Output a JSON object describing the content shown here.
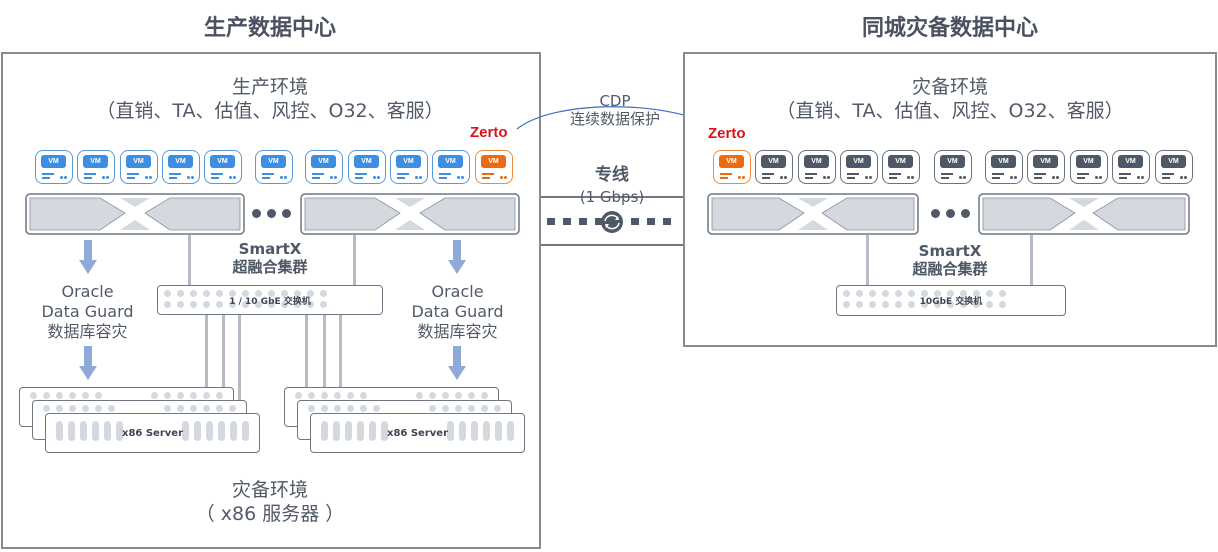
{
  "production_dc": {
    "title": "生产数据中心",
    "env_title_line1": "生产环境",
    "env_title_line2": "（直销、TA、估值、风控、O32、客服）",
    "zerto_label": "Zerto",
    "vm_label": "VM",
    "vm_groups": [
      {
        "count": 5,
        "color": "blue"
      },
      {
        "count": 1,
        "color": "blue"
      },
      {
        "count": 4,
        "color": "blue",
        "extra": {
          "color": "orange",
          "label": "Zerto replication VM"
        }
      }
    ],
    "cluster_label_line1": "SmartX",
    "cluster_label_line2": "超融合集群",
    "switch_label": "1 / 10 GbE 交换机",
    "dataguard_left": [
      "Oracle",
      "Data Guard",
      "数据库容灾"
    ],
    "dataguard_right": [
      "Oracle",
      "Data Guard",
      "数据库容灾"
    ],
    "server_label": "x86 Server",
    "dr_env_line1": "灾备环境",
    "dr_env_line2": "（ x86 服务器 ）"
  },
  "link": {
    "cdp_line1": "CDP",
    "cdp_line2": "连续数据保护",
    "line_title": "专线",
    "bandwidth": "(1 Gbps)"
  },
  "dr_dc": {
    "title": "同城灾备数据中心",
    "env_title_line1": "灾备环境",
    "env_title_line2": "（直销、TA、估值、风控、O32、客服）",
    "zerto_label": "Zerto",
    "vm_label": "VM",
    "cluster_label_line1": "SmartX",
    "cluster_label_line2": "超融合集群",
    "switch_label": "10GbE 交换机"
  },
  "colors": {
    "vm_blue": "#3b8ee2",
    "vm_orange": "#ec6a12",
    "vm_gray": "#4f5866",
    "zerto_red": "#d8141c",
    "arrow_blue": "#8fa9d8",
    "cdp_arrow": "#3a6fc4"
  }
}
